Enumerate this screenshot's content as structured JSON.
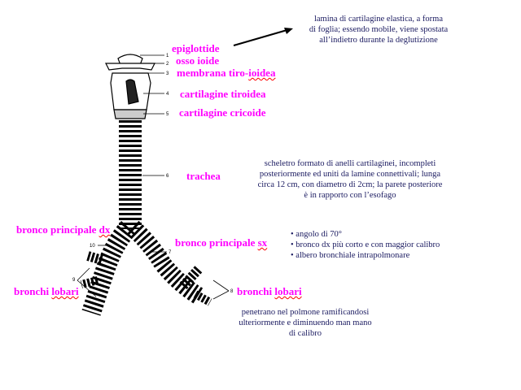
{
  "labels": {
    "epiglottide": "epiglottide",
    "osso_ioide": "osso ioide",
    "membrana": "membrana tiro-",
    "membrana_sq": "ioidea",
    "tiroidea": "cartilagine tiroidea",
    "cricoide": "cartilagine cricoide",
    "trachea": "trachea",
    "bronco_dx": "bronco principale ",
    "dx": "dx",
    "bronco_sx": "bronco principale ",
    "sx": "sx",
    "bronchi_lobari_l": "bronchi ",
    "lobari_l": "lobari",
    "bronchi_lobari_r": "bronchi ",
    "lobari_r": "lobari"
  },
  "numbers": [
    "1",
    "2",
    "3",
    "4",
    "5",
    "6",
    "7",
    "8",
    "9",
    "10"
  ],
  "notes": {
    "epiglottide": [
      "lamina di cartilagine elastica, a forma",
      "di foglia; essendo mobile, viene spostata",
      "all’indietro durante la deglutizione"
    ],
    "trachea": [
      "scheletro formato di anelli cartilaginei, incompleti",
      "posteriormente ed uniti da lamine connettivali; lunga",
      "circa 12 cm, con diametro di 2cm; la parete posteriore",
      "è in rapporto con l’esofago"
    ],
    "bronchi": [
      "• angolo di 70°",
      "• bronco dx più corto e con maggior calibro",
      "• albero bronchiale intrapolmonare"
    ],
    "lobari": [
      "penetrano nel polmone ramificandosi",
      "ulteriormente e diminuendo man mano",
      "di calibro"
    ]
  },
  "colors": {
    "label": "#ff00ff",
    "note": "#1a1a60"
  }
}
